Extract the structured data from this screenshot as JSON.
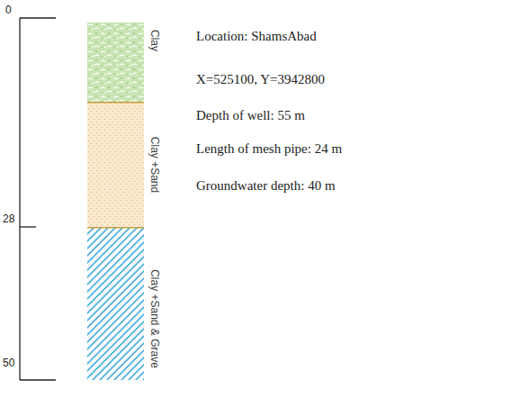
{
  "diagram": {
    "nodes": [
      {
        "text": [
          "Clay"
        ]
      },
      {
        "text": [
          "Clay +Sand"
        ]
      },
      {
        "text": [
          "Clay +Sand & Grave"
        ]
      }
    ],
    "labels": [
      "0",
      "28",
      "50",
      "Location: ShamsAbad",
      "X=525100, Y=3942800",
      "Depth of well: 55 m",
      "Length of mesh pipe: 24 m",
      "Groundwater depth: 40 m"
    ]
  }
}
